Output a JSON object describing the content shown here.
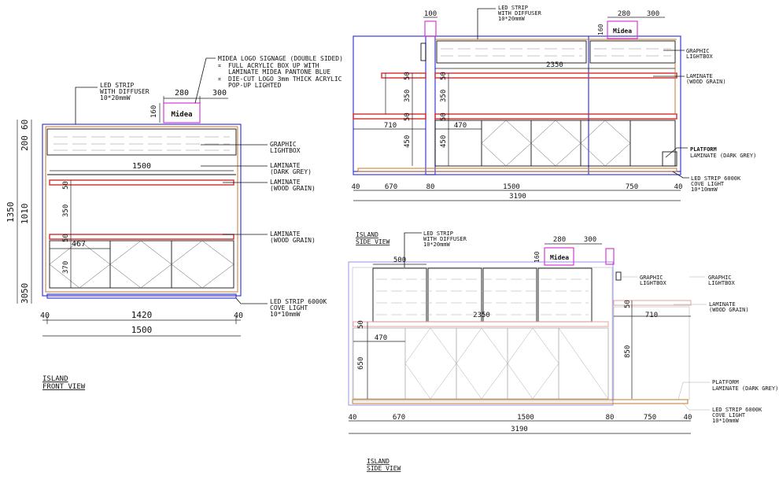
{
  "front_view": {
    "title_line1": "ISLAND",
    "title_line2": "FRONT VIEW",
    "led_strip_diffuser": [
      "LED STRIP",
      "WITH DIFFUSER",
      "10*20mmW"
    ],
    "signage": [
      "MIDEA LOGO SIGNAGE (DOUBLE SIDED)",
      "FULL ACRYLIC BOX UP WITH",
      "LAMINATE MIDEA PANTONE BLUE",
      "DIE-CUT LOGO 3mm THICK ACRYLIC",
      "POP-UP LIGHTED"
    ],
    "signage_bullets": [
      "⌗",
      "⌗"
    ],
    "logo_text": "Midea",
    "graphic_lightbox": [
      "GRAPHIC",
      "LIGHTBOX"
    ],
    "laminate_dark_grey": [
      "LAMINATE",
      "(DARK GREY)"
    ],
    "laminate_wood_1": [
      "LAMINATE",
      "(WOOD GRAIN)"
    ],
    "laminate_wood_2": [
      "LAMINATE",
      "(WOOD GRAIN)"
    ],
    "led_cove": [
      "LED STRIP 6000K",
      "COVE LIGHT",
      "10*10mmW"
    ],
    "dims": {
      "d280": "280",
      "d300": "300",
      "d160": "160",
      "d1500_inner": "1500",
      "d50a": "50",
      "d350": "350",
      "d50b": "50",
      "d467": "467",
      "d370": "370",
      "d1350": "1350",
      "d200": "200",
      "d60": "60",
      "d1010": "1010",
      "d30": "30",
      "d50c": "50",
      "d40a": "40",
      "d1420": "1420",
      "d40b": "40",
      "d1500": "1500"
    }
  },
  "side_view_top": {
    "led_strip_diffuser": [
      "LED STRIP",
      "WITH DIFFUSER",
      "10*20mmW"
    ],
    "graphic_lightbox": [
      "GRAPHIC",
      "LIGHTBOX"
    ],
    "laminate_wood": [
      "LAMINATE",
      "(WOOD GRAIN)"
    ],
    "platform": [
      "PLATFORM",
      "LAMINATE (DARK GREY)"
    ],
    "led_cove": [
      "LED STRIP 6000K",
      "COVE LIGHT",
      "10*10mmW"
    ],
    "logo_text": "Midea",
    "dims": {
      "d100": "100",
      "d280": "280",
      "d300": "300",
      "d160": "160",
      "d2350": "2350",
      "d50a": "50",
      "d50b": "50",
      "d350a": "350",
      "d350b": "350",
      "d50c": "50",
      "d50d": "50",
      "d710": "710",
      "d470": "470",
      "d450a": "450",
      "d450b": "450",
      "d40a": "40",
      "d670": "670",
      "d80": "80",
      "d1500": "1500",
      "d750": "750",
      "d40b": "40",
      "d3190": "3190"
    }
  },
  "side_view_bottom": {
    "title_line1": "ISLAND",
    "title_line2": "SIDE VIEW",
    "bottom_title_line1": "ISLAND",
    "bottom_title_line2": "SIDE VIEW",
    "led_strip_diffuser": [
      "LED STRIP",
      "WITH DIFFUSER",
      "10*20mmW"
    ],
    "graphic_lightbox_a": [
      "GRAPHIC",
      "LIGHTBOX"
    ],
    "graphic_lightbox_b": [
      "GRAPHIC",
      "LIGHTBOX"
    ],
    "laminate_wood": [
      "LAMINATE",
      "(WOOD GRAIN)"
    ],
    "platform": [
      "PLATFORM",
      "LAMINATE (DARK GREY)"
    ],
    "led_cove": [
      "LED STRIP 6000K",
      "COVE LIGHT",
      "10*10mmW"
    ],
    "logo_text": "Midea",
    "dims": {
      "d280": "280",
      "d300": "300",
      "d160": "160",
      "d500": "500",
      "d2350": "2350",
      "d50a": "50",
      "d50b": "50",
      "d710": "710",
      "d470": "470",
      "d650": "650",
      "d850": "850",
      "d40a": "40",
      "d670": "670",
      "d1500": "1500",
      "d80": "80",
      "d750": "750",
      "d40b": "40",
      "d3190": "3190"
    }
  }
}
